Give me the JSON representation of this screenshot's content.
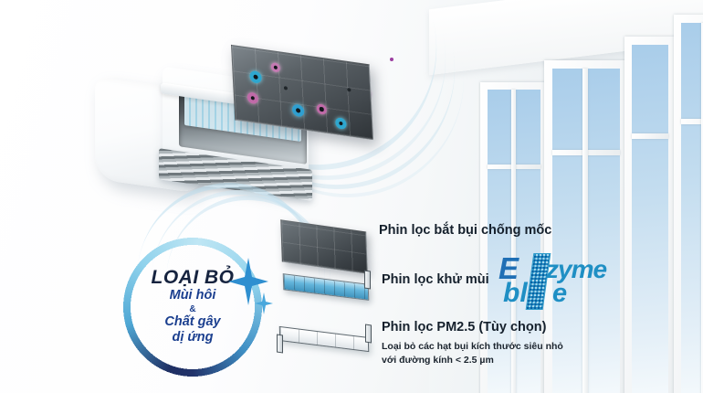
{
  "scene": {
    "type": "product-marketing-image",
    "subject": "wall-mounted air conditioner filter system"
  },
  "badge": {
    "title": "LOẠI BỎ",
    "line1": "Mùi hôi",
    "amp": "&",
    "line2": "Chất gây",
    "line3": "dị ứng",
    "ring_color_light": "#8fd2ec",
    "ring_color_dark": "#1f2f63",
    "title_color": "#16233f",
    "sub_color": "#1b3f8f"
  },
  "filters": [
    {
      "id": "dust-mould-filter",
      "label": "Phin lọc bắt bụi chống mốc",
      "sub": "",
      "swatch_color": "#4b5257"
    },
    {
      "id": "deodorising-filter",
      "label": "Phin lọc khử mùi",
      "sub": "",
      "swatch_color": "#64b6dc"
    },
    {
      "id": "pm25-filter",
      "label": "Phin lọc PM2.5 (Tùy chọn)",
      "sub_line1": "Loại bỏ các hạt bụi kích thước siêu nhỏ",
      "sub_line2": "với đường kính < 2.5 µm",
      "swatch_color": "#eef2f4"
    }
  ],
  "logo": {
    "name": "Enzyme blue",
    "part_E": "E",
    "part_zyme": "zyme",
    "part_bl": "bl",
    "part_e": "e",
    "color": "#1f8fc4",
    "color_dark": "#1f6fb5"
  },
  "label_color": "#15202c",
  "airflow": {
    "stream_color": "#bfe0ee",
    "particle_colors": [
      "#9b3fa0",
      "#b0549f",
      "#3aa6c9"
    ]
  }
}
